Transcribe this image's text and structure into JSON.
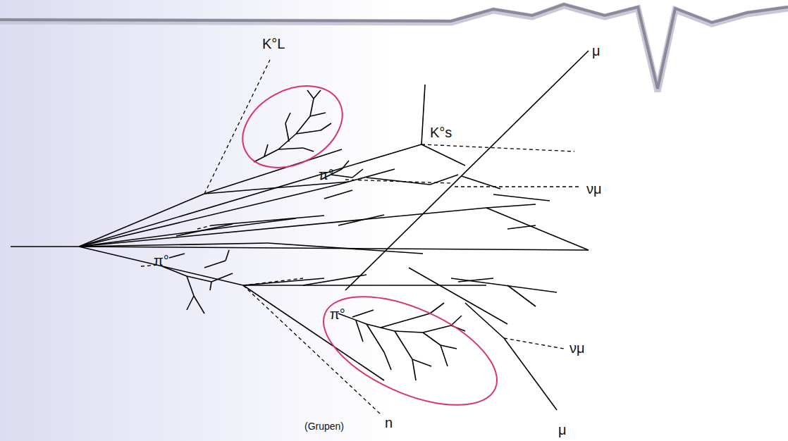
{
  "diagram": {
    "labels": [
      "K°L",
      "K°s",
      "μ",
      "νμ",
      "π°",
      "π°",
      "π°",
      "νμ",
      "μ",
      "n",
      "(Grupen)"
    ]
  }
}
